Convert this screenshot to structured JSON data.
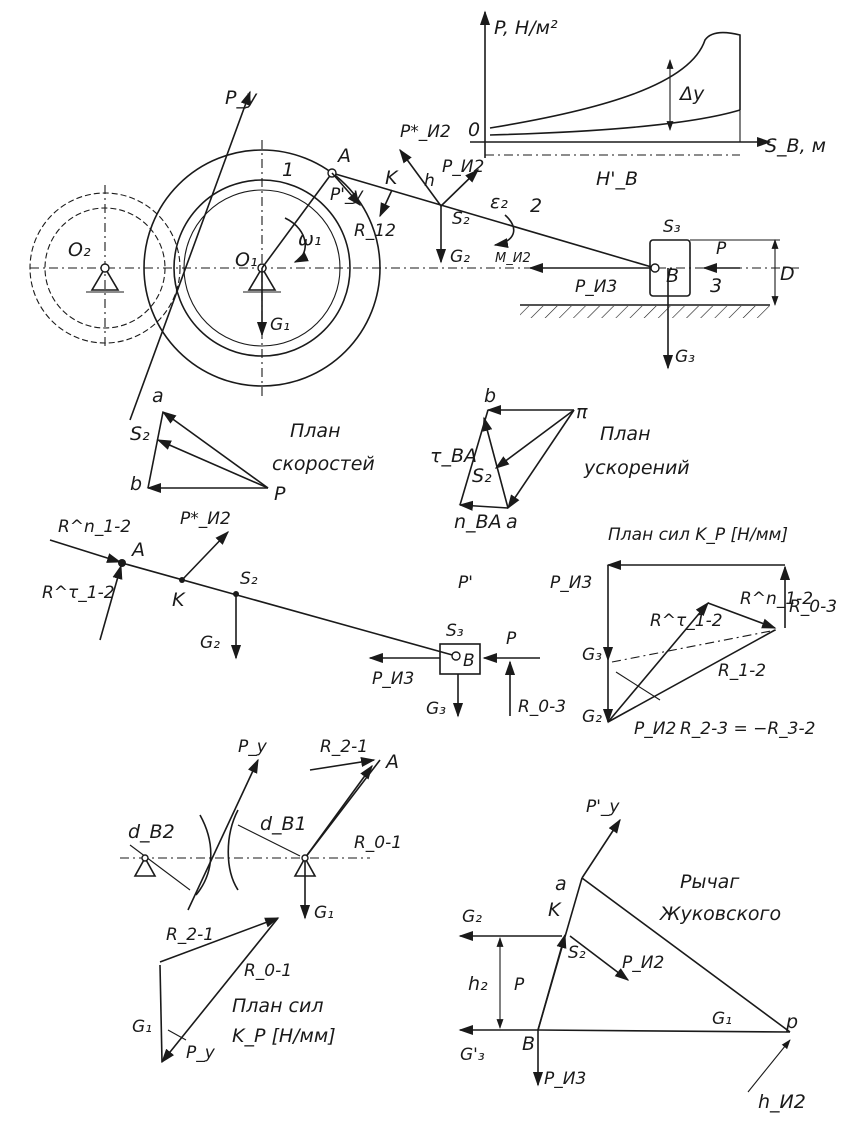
{
  "pressure_chart": {
    "y_axis": "P, Н/м²",
    "x_axis": "S_B, м",
    "origin": "0",
    "delta": "Δy",
    "stroke": "H'_B"
  },
  "mechanism": {
    "crank_number": "1",
    "rod_number": "2",
    "slider_number": "3",
    "point_a": "A",
    "point_b": "B",
    "point_k": "K",
    "point_h": "h",
    "center_o1": "O₁",
    "center_o2": "O₂",
    "omega": "ω₁",
    "epsilon": "ε₂",
    "m_label": "M_И2",
    "s2": "S₂",
    "s3": "S₃",
    "g1": "G₁",
    "g2": "G₂",
    "g3": "G₃",
    "p": "P",
    "py": "P_y",
    "py_prime": "P'_y",
    "pi2": "P_И2",
    "pi2_star": "P*_И2",
    "pi3": "P_И3",
    "r12": "R_12",
    "d": "D"
  },
  "velocity_plan": {
    "title_1": "План",
    "title_2": "скоростей",
    "a": "a",
    "b": "b",
    "s2": "S₂",
    "p": "P"
  },
  "acceleration_plan": {
    "title_1": "План",
    "title_2": "ускорений",
    "b": "b",
    "pi": "π",
    "tau": "τ_BA",
    "s2": "S₂",
    "n": "n_BA",
    "a": "a"
  },
  "rod_fbd": {
    "rn": "R^n_1-2",
    "rt": "R^τ_1-2",
    "a": "A",
    "k": "K",
    "pi2_star": "P*_И2",
    "s2": "S₂",
    "g2": "G₂",
    "s3": "S₃",
    "b": "B",
    "p": "P",
    "pi3": "P_И3",
    "g3": "G₃",
    "r03": "R_0-3"
  },
  "force_plan": {
    "title": "План сил K_P [Н/мм]",
    "p_prime": "P'",
    "pi3": "P_И3",
    "g3": "G₃",
    "g2": "G₂",
    "rt": "R^τ_1-2",
    "rn": "R^n_1-2",
    "r03": "R_0-3",
    "r12": "R_1-2",
    "pi2": "P_И2",
    "r23": "R_2-3 = −R_3-2"
  },
  "crank_fbd": {
    "py": "P_y",
    "r21": "R_2-1",
    "a": "A",
    "d_b2": "d_B2",
    "d_b1": "d_B1",
    "r01": "R_0-1",
    "g1": "G₁"
  },
  "crank_force_plan": {
    "r21": "R_2-1",
    "r01": "R_0-1",
    "title_1": "План сил",
    "title_2": "K_P [Н/мм]",
    "g1": "G₁",
    "py": "P_y"
  },
  "zhukovsky": {
    "title_1": "Рычаг",
    "title_2": "Жуковского",
    "py_prime": "P'_y",
    "a": "a",
    "k": "K",
    "g2": "G₂",
    "s2": "S₂",
    "pi2": "P_И2",
    "h2": "h₂",
    "p": "P",
    "g1": "G₁",
    "p_pole": "p",
    "g3": "G'₃",
    "b": "B",
    "pi3": "P_И3",
    "h_i2": "h_И2"
  }
}
